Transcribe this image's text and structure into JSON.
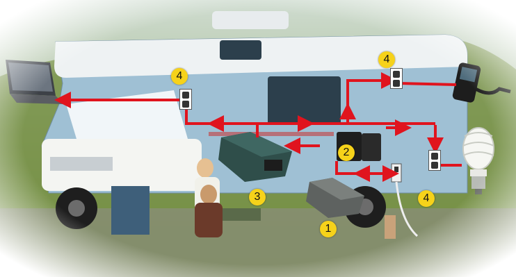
{
  "diagram": {
    "callouts": {
      "inverter": "1",
      "batteries": "2",
      "inverter_alt": "3",
      "outlet_laptop": "4",
      "outlet_phone": "4",
      "outlet_shore": "4"
    },
    "colors": {
      "wire": "#e0141e",
      "badge": "#f6d21a",
      "rv_body": "#9fc0d4",
      "rv_top": "#eef2f3",
      "grass": "#6f8a3a",
      "sky": "#dfe8e6"
    },
    "icons": [
      "laptop-icon",
      "smartphone-icon",
      "cfl-bulb-icon",
      "inverter-icon",
      "battery-icon",
      "outlet-icon",
      "family-figures"
    ]
  }
}
